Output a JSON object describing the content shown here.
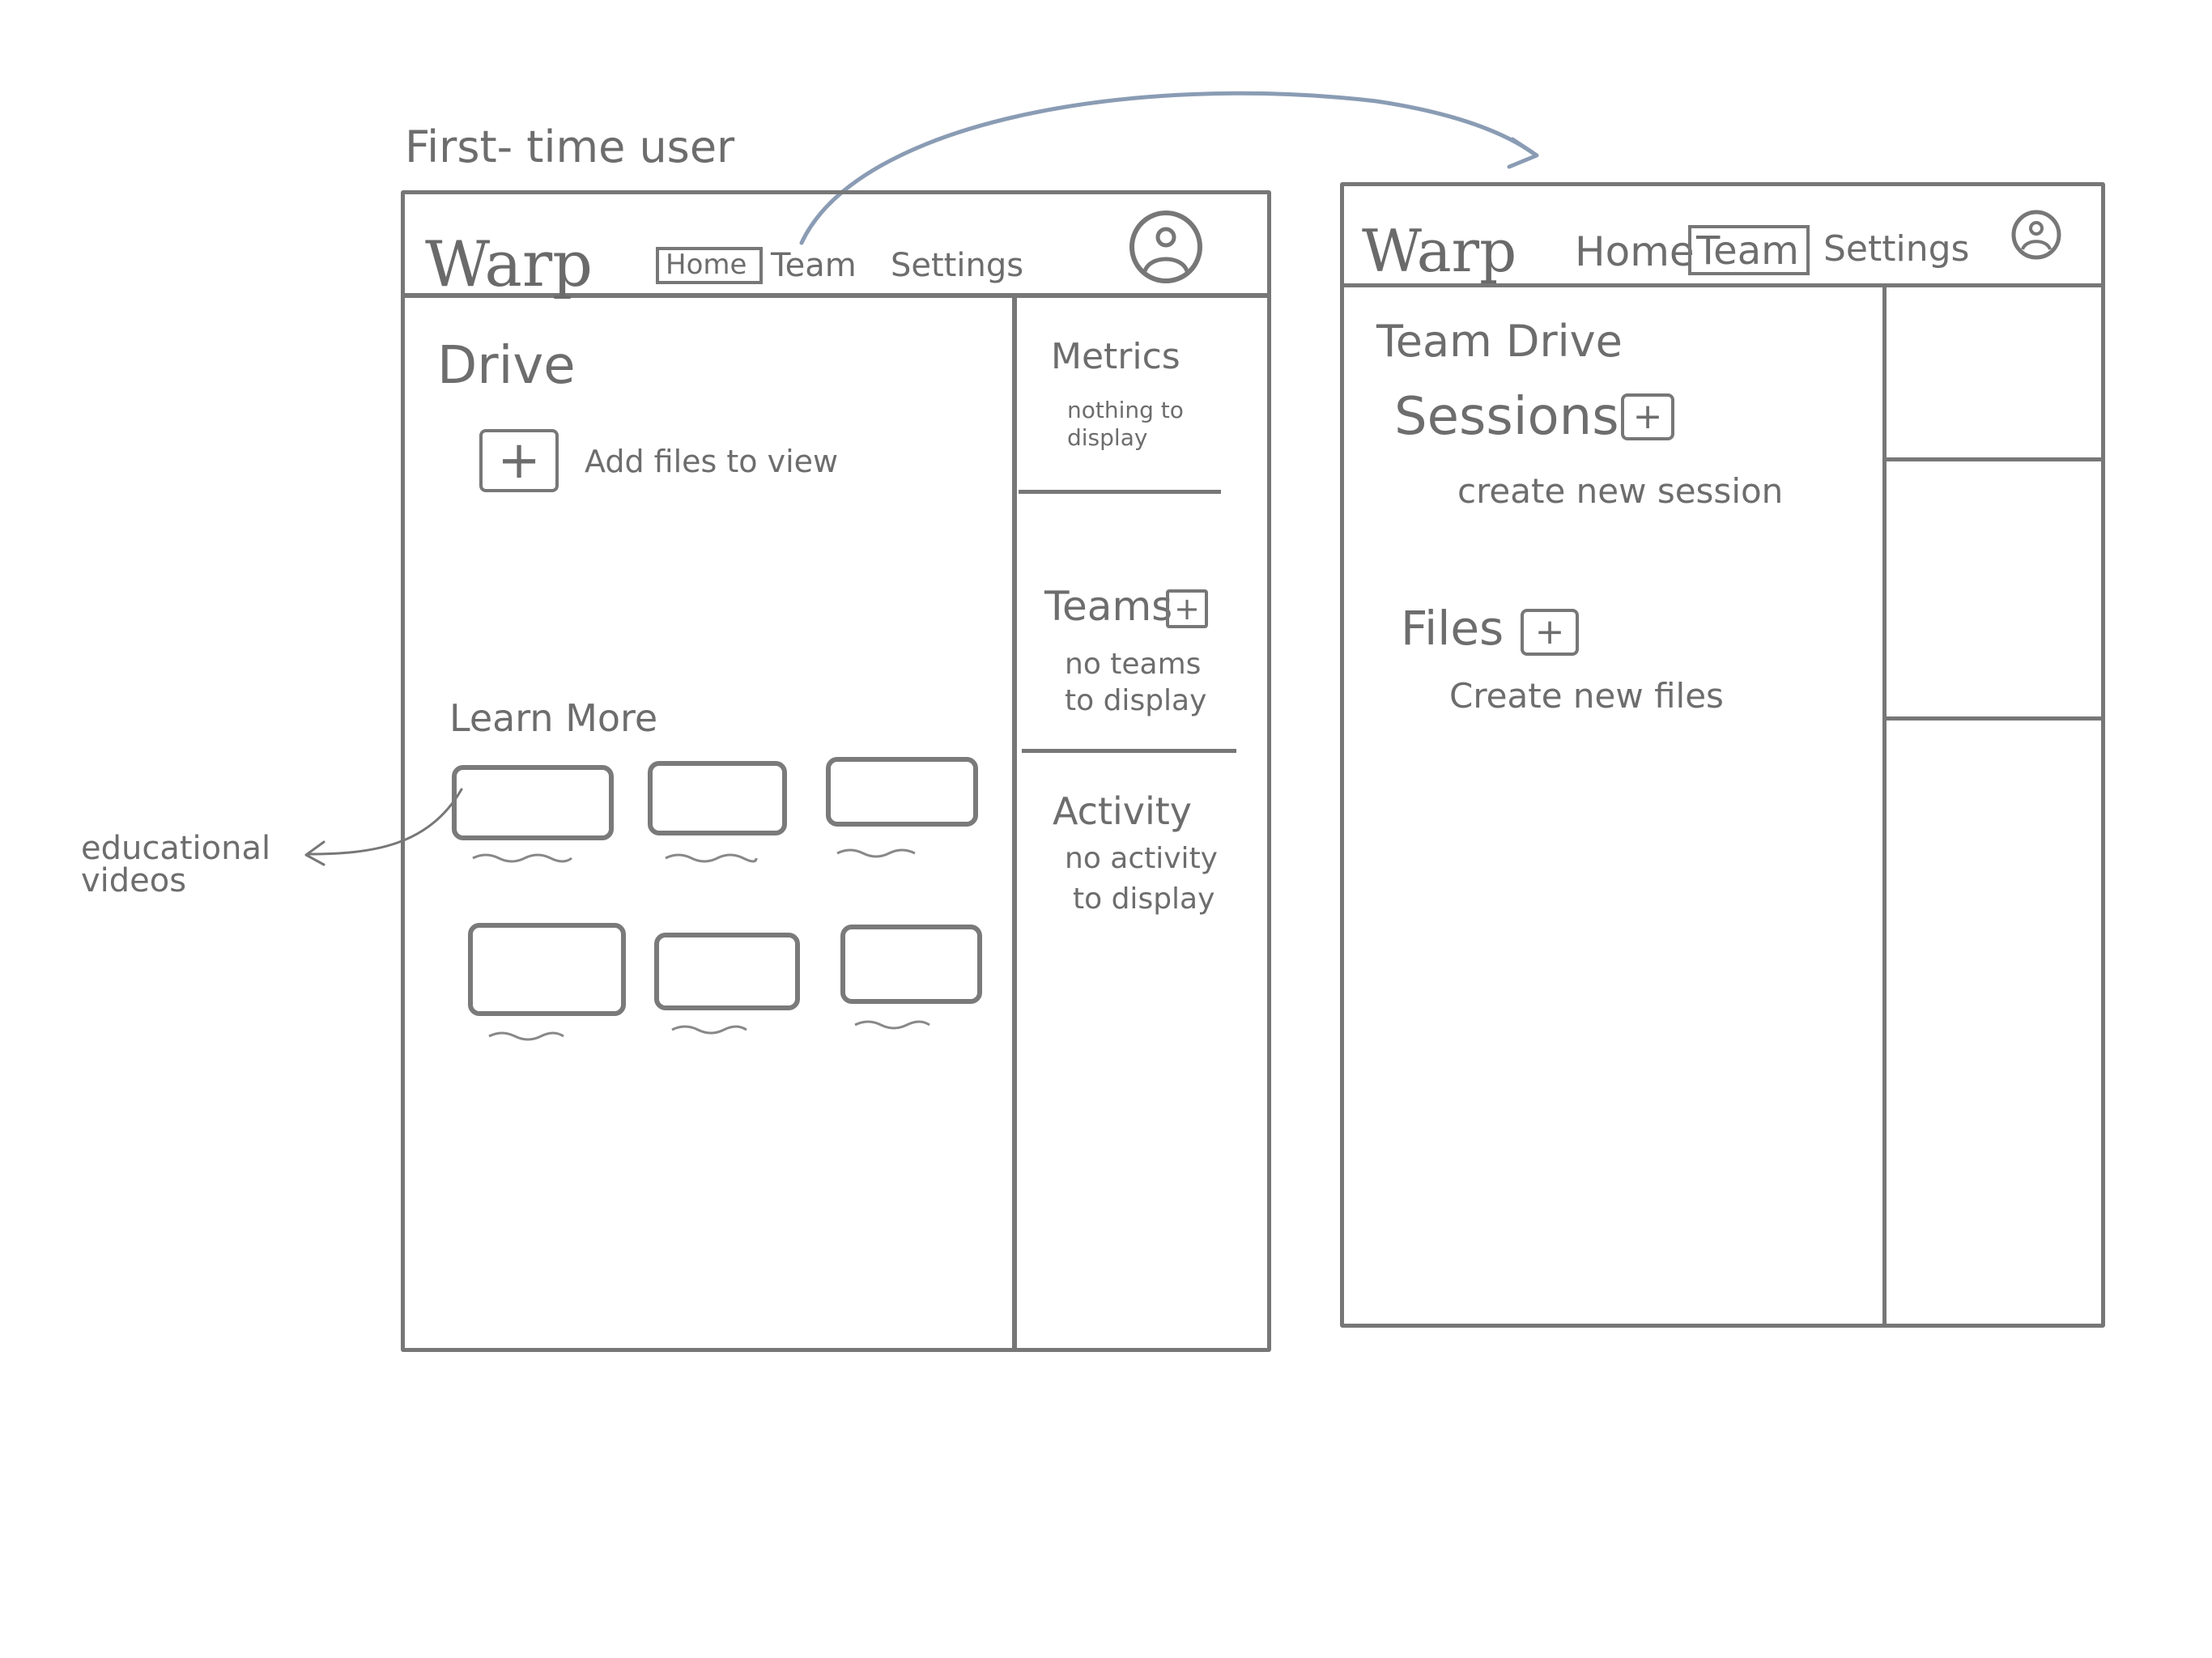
{
  "annotations": {
    "first_time_user": "First- time user",
    "educational_videos_line1": "educational",
    "educational_videos_line2": "videos"
  },
  "screen_home": {
    "logo": "Warp",
    "nav": [
      "Home",
      "Team",
      "Settings"
    ],
    "nav_selected": "Home",
    "drive_title": "Drive",
    "add_files_label": "Add files to view",
    "learn_more_title": "Learn More",
    "sidebar": {
      "metrics_title": "Metrics",
      "metrics_empty_line1": "nothing to",
      "metrics_empty_line2": "display",
      "teams_title": "Teams",
      "teams_empty_line1": "no teams",
      "teams_empty_line2": "to display",
      "activity_title": "Activity",
      "activity_empty_line1": "no activity",
      "activity_empty_line2": "to display"
    }
  },
  "screen_team": {
    "logo": "Warp",
    "nav": [
      "Home",
      "Team",
      "Settings"
    ],
    "nav_selected": "Team",
    "title": "Team Drive",
    "sessions_title": "Sessions",
    "sessions_empty": "create new session",
    "files_title": "Files",
    "files_empty": "Create new files"
  },
  "colors": {
    "pencil": "#777777",
    "arrow": "#8a9cb4"
  }
}
